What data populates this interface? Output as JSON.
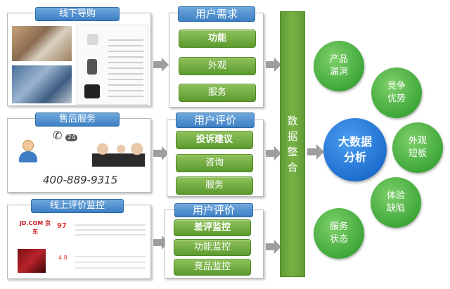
{
  "left": {
    "offline": {
      "title": "线下导购"
    },
    "aftersale": {
      "title": "售后服务",
      "badge": "24",
      "phone": "400-889-9315"
    },
    "online": {
      "title": "线上评价监控",
      "jd_logo": "JD.COM 京东",
      "percent": "97",
      "score": "4.8"
    }
  },
  "middle": {
    "needs": {
      "title": "用户需求",
      "items": [
        "功能",
        "外观",
        "服务"
      ]
    },
    "review1": {
      "title": "用户评价",
      "items": [
        "投诉建议",
        "咨询",
        "服务"
      ]
    },
    "review2": {
      "title": "用户评价",
      "items": [
        "差评监控",
        "功能监控",
        "竞品监控"
      ]
    }
  },
  "integration": {
    "chars": [
      "数",
      "据",
      "整",
      "合"
    ]
  },
  "analysis": {
    "center": [
      "大数据",
      "分析"
    ],
    "bubbles": [
      [
        "产品",
        "漏洞"
      ],
      [
        "竞争",
        "优势"
      ],
      [
        "外观",
        "短板"
      ],
      [
        "体验",
        "缺陷"
      ],
      [
        "服务",
        "状态"
      ]
    ]
  }
}
